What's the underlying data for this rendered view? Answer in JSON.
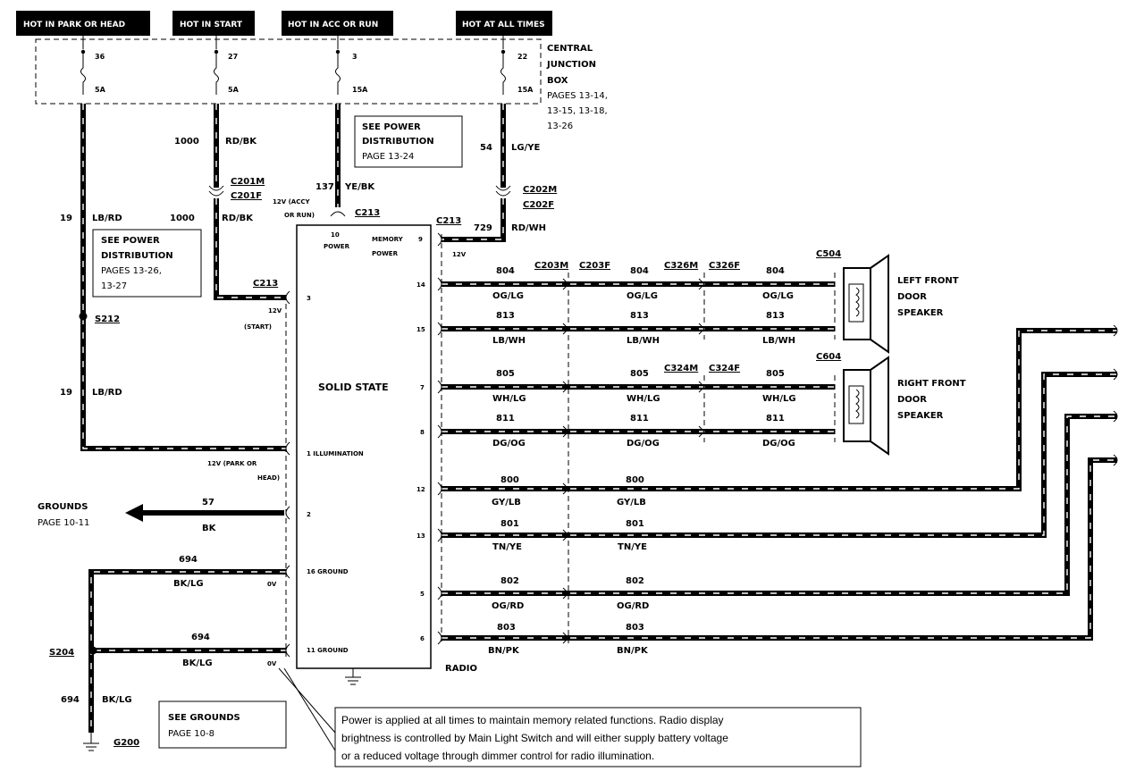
{
  "headers": {
    "hot_park_head": "HOT IN PARK OR HEAD",
    "hot_start": "HOT IN START",
    "hot_acc_run": "HOT IN ACC OR RUN",
    "hot_all_times": "HOT AT ALL TIMES"
  },
  "junction_box": {
    "title_1": "CENTRAL",
    "title_2": "JUNCTION",
    "title_3": "BOX",
    "pages_1": "PAGES 13-14,",
    "pages_2": "13-15, 13-18,",
    "pages_3": "13-26",
    "fuses": [
      {
        "num": "36",
        "amp": "5A"
      },
      {
        "num": "27",
        "amp": "5A"
      },
      {
        "num": "3",
        "amp": "15A"
      },
      {
        "num": "22",
        "amp": "15A"
      }
    ]
  },
  "power_dist_box_1": {
    "line1": "SEE POWER",
    "line2": "DISTRIBUTION",
    "line3": "PAGE 13-24"
  },
  "power_dist_box_2": {
    "line1": "SEE POWER",
    "line2": "DISTRIBUTION",
    "line3": "PAGES 13-26,",
    "line4": "13-27"
  },
  "grounds_box": {
    "line1": "SEE GROUNDS",
    "line2": "PAGE 10-8"
  },
  "grounds_arrow": {
    "line1": "GROUNDS",
    "line2": "PAGE 10-11"
  },
  "wires": {
    "w1000a": {
      "num": "1000",
      "color": "RD/BK"
    },
    "w1000b": {
      "num": "1000",
      "color": "RD/BK"
    },
    "w137": {
      "num": "137",
      "color": "YE/BK"
    },
    "w54": {
      "num": "54",
      "color": "LG/YE"
    },
    "w729": {
      "num": "729",
      "color": "RD/WH"
    },
    "w19a": {
      "num": "19",
      "color": "LB/RD"
    },
    "w19b": {
      "num": "19",
      "color": "LB/RD"
    },
    "w57": {
      "num": "57",
      "color": "BK"
    },
    "w694a": {
      "num": "694",
      "color": "BK/LG"
    },
    "w694b": {
      "num": "694",
      "color": "BK/LG"
    },
    "w694c": {
      "num": "694",
      "color": "BK/LG"
    }
  },
  "connectors": {
    "c201m": "C201M",
    "c201f": "C201F",
    "c202m": "C202M",
    "c202f": "C202F",
    "c213_top": "C213",
    "c213_right": "C213",
    "c213_start": "C213",
    "c203m": "C203M",
    "c203f": "C203F",
    "c326m": "C326M",
    "c326f": "C326F",
    "c324m": "C324M",
    "c324f": "C324F",
    "c504": "C504",
    "c604": "C604"
  },
  "splices": {
    "s212": "S212",
    "s204": "S204",
    "g200": "G200"
  },
  "voltage_notes": {
    "acc_run_1": "12V (ACCY",
    "acc_run_2": "OR RUN)",
    "memory": "12V",
    "start_1": "12V",
    "start_2": "(START)",
    "park_1": "12V (PARK OR",
    "park_2": "HEAD)",
    "zero_1": "0V",
    "zero_2": "0V"
  },
  "radio": {
    "title": "SOLID STATE",
    "label": "RADIO",
    "pin10_1": "10",
    "pin10_2": "POWER",
    "mem_1": "MEMORY",
    "mem_2": "POWER",
    "pin3": "3",
    "pin1": "1  ILLUMINATION",
    "pin2": "2",
    "pin16": "16  GROUND",
    "pin11": "11  GROUND",
    "pin9": "9"
  },
  "speaker_lines": [
    {
      "pin": "14",
      "num": "804",
      "color": "OG/LG"
    },
    {
      "pin": "15",
      "num": "813",
      "color": "LB/WH"
    },
    {
      "pin": "7",
      "num": "805",
      "color": "WH/LG"
    },
    {
      "pin": "8",
      "num": "811",
      "color": "DG/OG"
    }
  ],
  "rear_lines": [
    {
      "pin": "12",
      "num": "800",
      "color": "GY/LB"
    },
    {
      "pin": "13",
      "num": "801",
      "color": "TN/YE"
    },
    {
      "pin": "5",
      "num": "802",
      "color": "OG/RD"
    },
    {
      "pin": "6",
      "num": "803",
      "color": "BN/PK"
    }
  ],
  "speakers": {
    "left_1": "LEFT FRONT",
    "left_2": "DOOR",
    "left_3": "SPEAKER",
    "right_1": "RIGHT FRONT",
    "right_2": "DOOR",
    "right_3": "SPEAKER"
  },
  "note": {
    "line1": "Power is applied at all times to maintain memory related functions.  Radio display",
    "line2": "brightness is controlled by Main Light Switch and will either supply battery voltage",
    "line3": "or a reduced voltage through dimmer control for radio illumination."
  }
}
